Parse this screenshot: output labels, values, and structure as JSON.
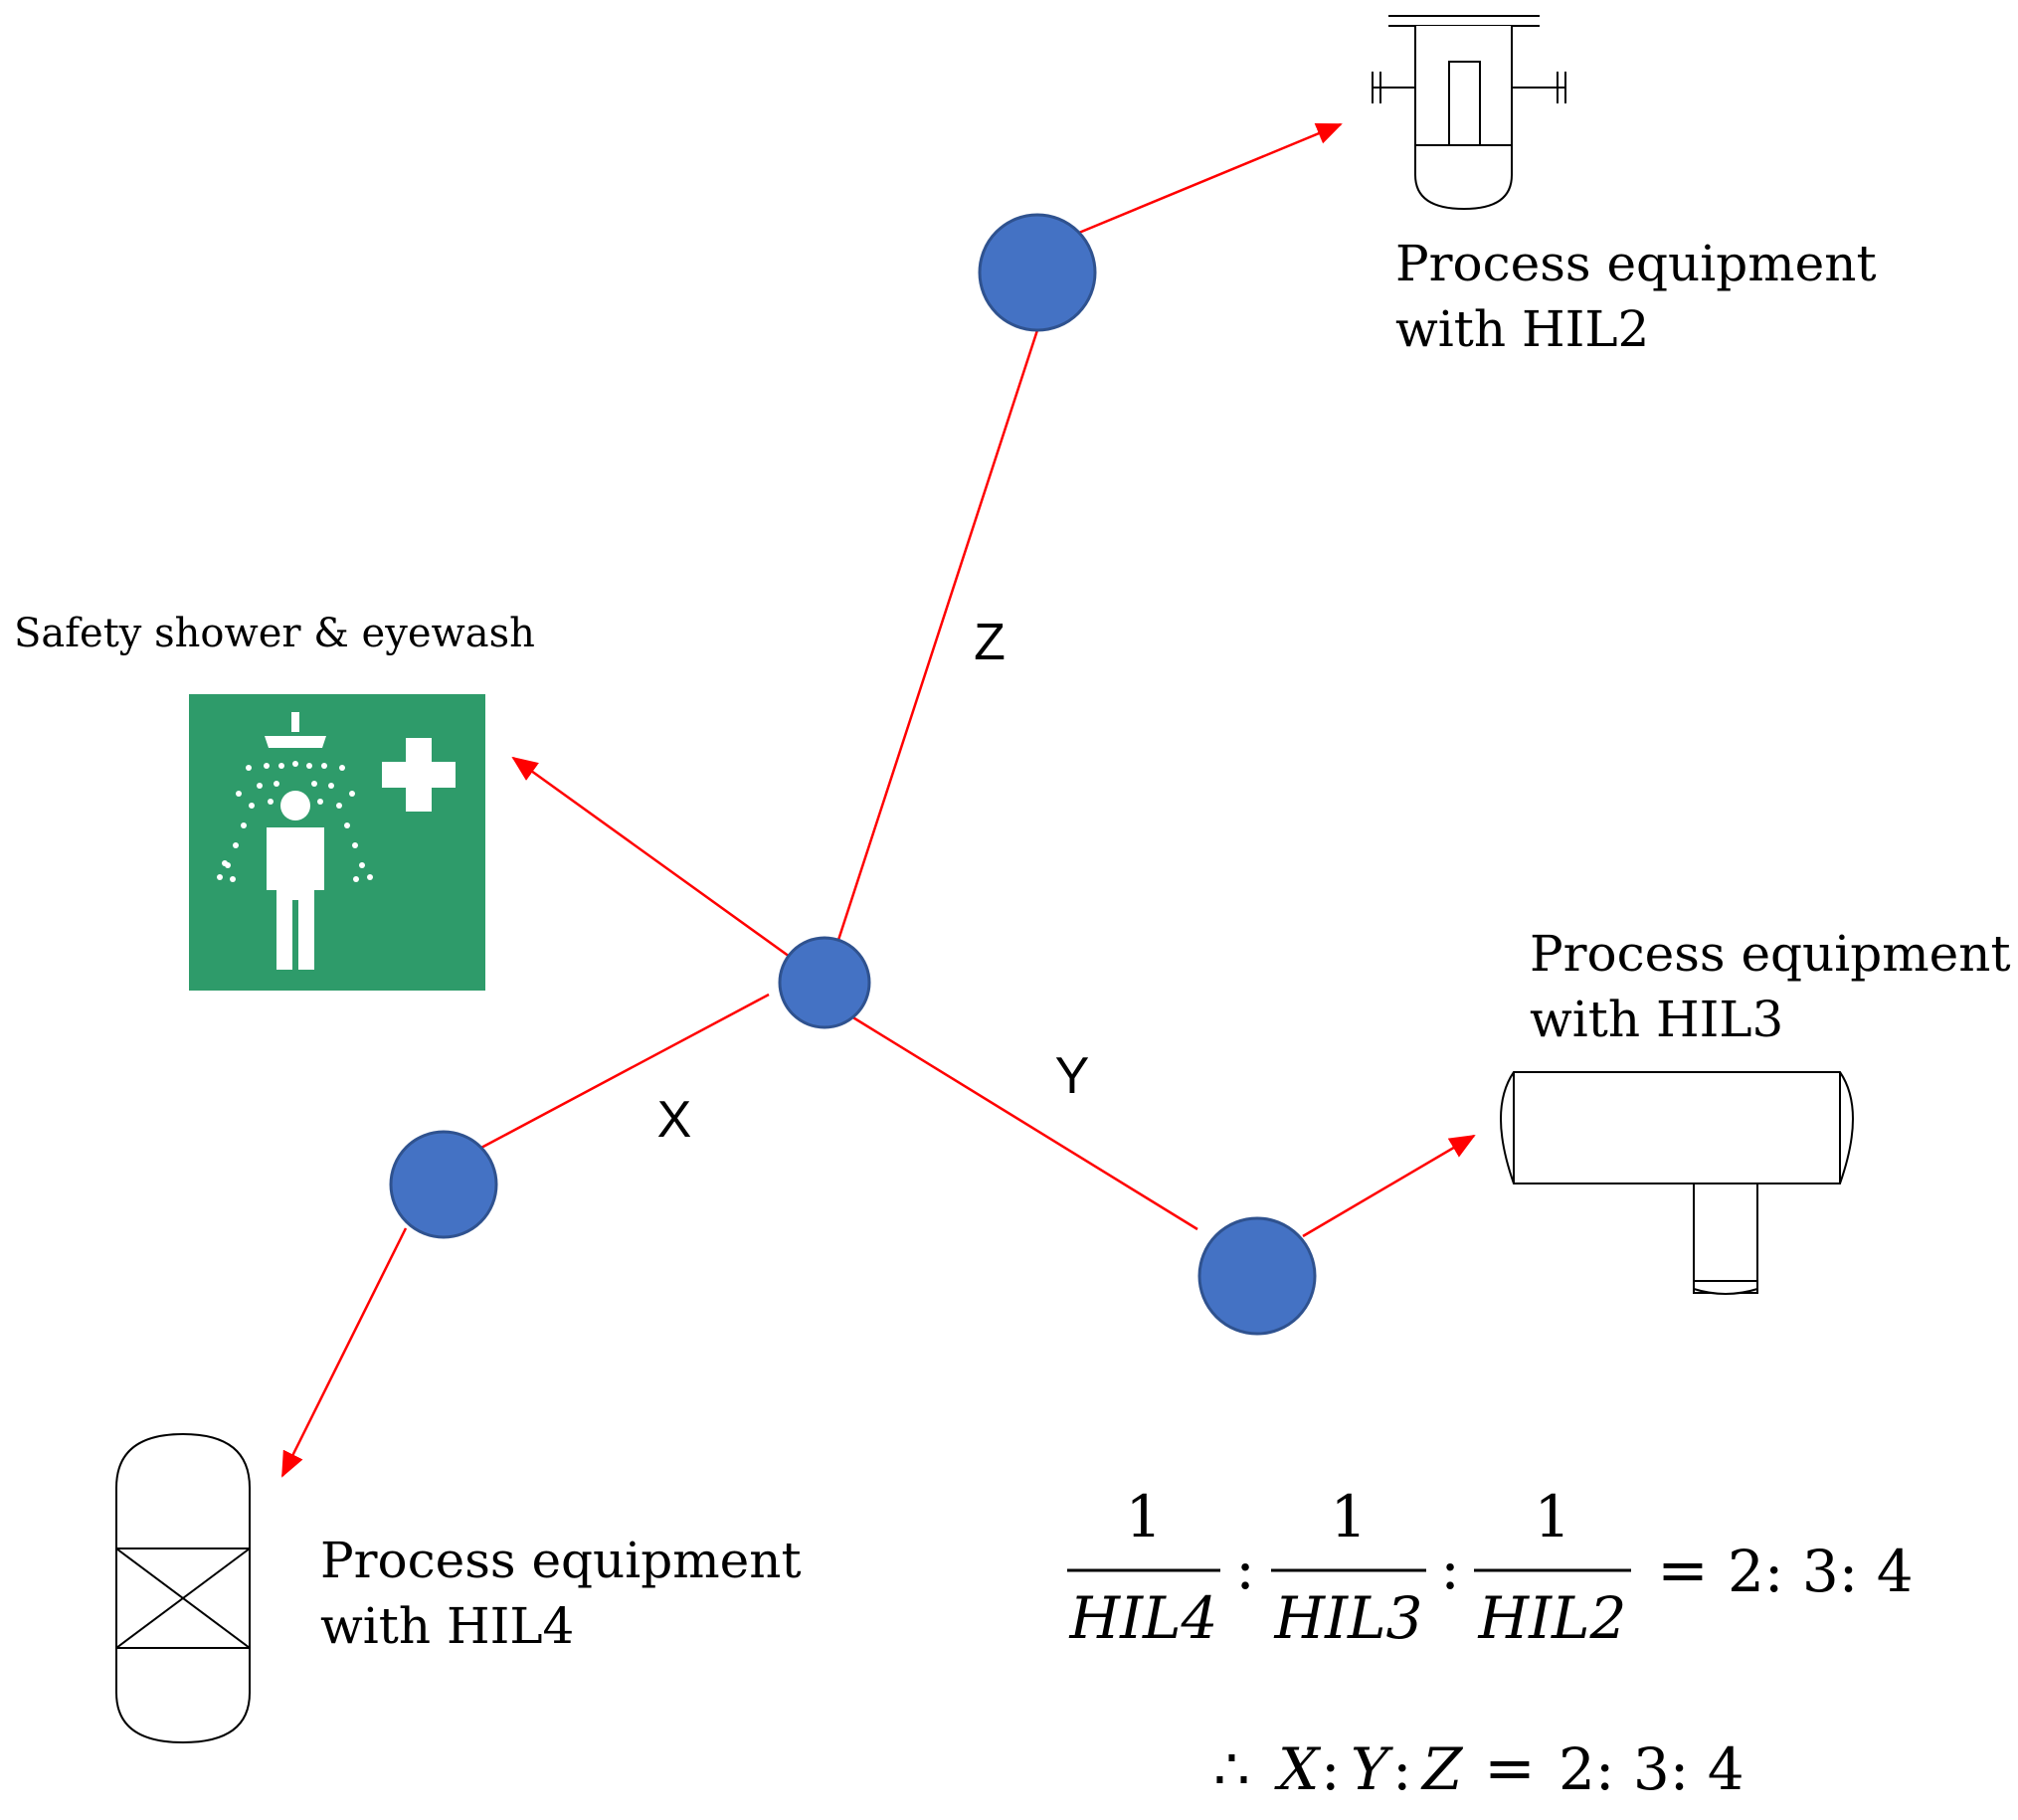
{
  "colors": {
    "node_fill": "#4472c4",
    "node_stroke": "#2f528f",
    "edge": "#ff0000",
    "sign_green": "#2e9b6a"
  },
  "labels": {
    "shower": "Safety shower & eyewash",
    "hil2_line1": "Process equipment",
    "hil2_line2": "with HIL2",
    "hil3_line1": "Process equipment",
    "hil3_line2": "with HIL3",
    "hil4_line1": "Process equipment",
    "hil4_line2": "with HIL4",
    "edge_x": "X",
    "edge_y": "Y",
    "edge_z": "Z"
  },
  "icons": {
    "shower_sign": "safety-shower-eyewash-icon",
    "hil2_equipment": "filter-vessel-icon",
    "hil3_equipment": "horizontal-drum-icon",
    "hil4_equipment": "packed-column-icon"
  },
  "equation": {
    "numerator": "1",
    "den1": "HIL4",
    "den2": "HIL3",
    "den3": "HIL2",
    "colon": ":",
    "equals": "=",
    "result": "2: 3: 4",
    "therefore_symbol": "∴",
    "var_x": "X",
    "var_y": "Y",
    "var_z": "Z",
    "result2": "2: 3: 4"
  }
}
